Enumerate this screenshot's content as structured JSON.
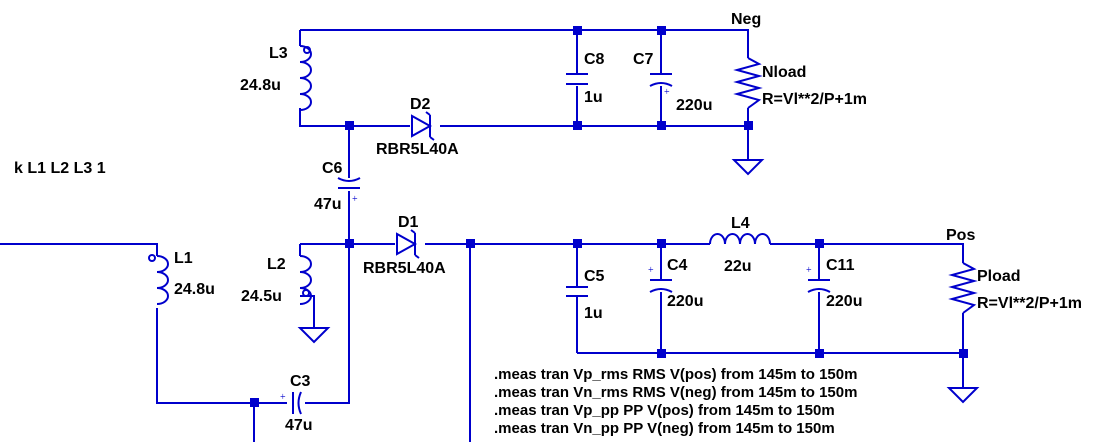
{
  "colors": {
    "wire": "#0000cc",
    "text": "#000000",
    "background": "#ffffff"
  },
  "coupling": "k L1 L2 L3 1",
  "nets": {
    "neg": "Neg",
    "pos": "Pos"
  },
  "components": {
    "L1": {
      "ref": "L1",
      "value": "24.8u"
    },
    "L2": {
      "ref": "L2",
      "value": "24.5u"
    },
    "L3": {
      "ref": "L3",
      "value": "24.8u"
    },
    "L4": {
      "ref": "L4",
      "value": "22u"
    },
    "C3": {
      "ref": "C3",
      "value": "47u"
    },
    "C4": {
      "ref": "C4",
      "value": "220u"
    },
    "C5": {
      "ref": "C5",
      "value": "1u"
    },
    "C6": {
      "ref": "C6",
      "value": "47u"
    },
    "C7": {
      "ref": "C7",
      "value": "220u"
    },
    "C8": {
      "ref": "C8",
      "value": "1u"
    },
    "C11": {
      "ref": "C11",
      "value": "220u"
    },
    "D1": {
      "ref": "D1",
      "value": "RBR5L40A"
    },
    "D2": {
      "ref": "D2",
      "value": "RBR5L40A"
    },
    "Nload": {
      "ref": "Nload",
      "value": "R=Vl**2/P+1m"
    },
    "Pload": {
      "ref": "Pload",
      "value": "R=Vl**2/P+1m"
    }
  },
  "directives": [
    ".meas tran Vp_rms RMS V(pos) from 145m to 150m",
    ".meas tran Vn_rms RMS V(neg) from 145m to 150m",
    ".meas tran Vp_pp PP V(pos) from 145m to 150m",
    ".meas tran Vn_pp PP V(neg) from 145m to 150m"
  ]
}
